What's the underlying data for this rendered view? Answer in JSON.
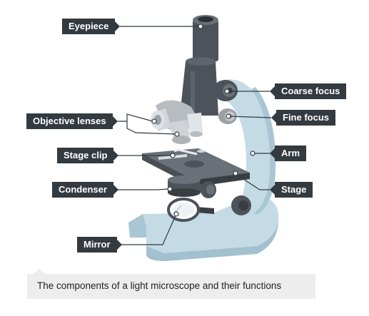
{
  "colors": {
    "label_bg": "#333a40",
    "label_text": "#ffffff",
    "body_light_blue": "#c4dbe6",
    "body_dark_gray": "#4d535a",
    "caption_bg": "#ededed"
  },
  "labels": {
    "eyepiece": "Eyepiece",
    "objective_lenses": "Objective lenses",
    "stage_clip": "Stage clip",
    "condenser": "Condenser",
    "mirror": "Mirror",
    "coarse_focus": "Coarse focus",
    "fine_focus": "Fine focus",
    "arm": "Arm",
    "stage": "Stage"
  },
  "caption": "The components of a light microscope and their functions"
}
